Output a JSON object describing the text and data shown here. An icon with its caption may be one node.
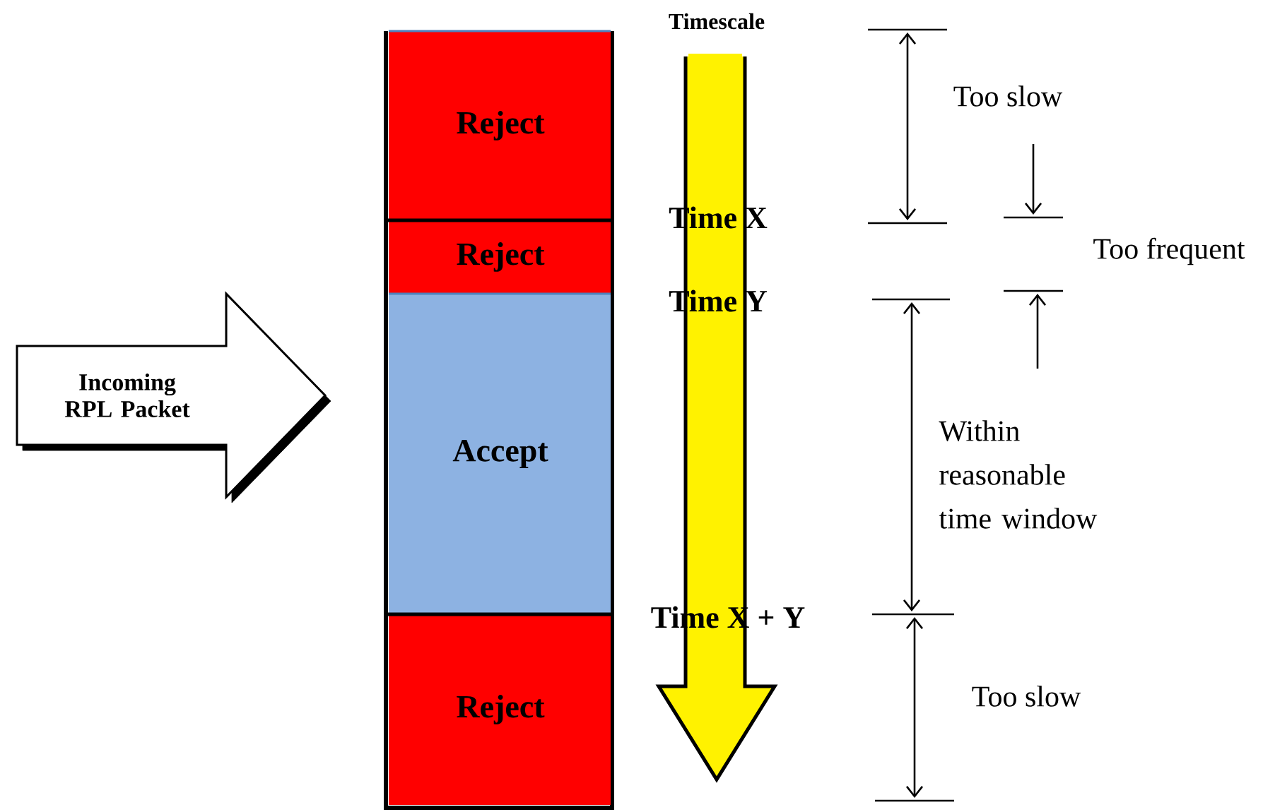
{
  "diagram": {
    "nodes": [
      {
        "text": [
          "Incoming RPL Packet"
        ]
      },
      {
        "text": [
          "Reject"
        ]
      },
      {
        "text": [
          "Reject"
        ]
      },
      {
        "text": [
          "Accept"
        ]
      },
      {
        "text": [
          "Reject"
        ]
      }
    ],
    "labels": [
      "Timescale",
      "Too slow",
      "Time X",
      "Too frequent",
      "Time Y",
      "Within reasonable time window",
      "Time X + Y",
      "Too slow"
    ]
  }
}
